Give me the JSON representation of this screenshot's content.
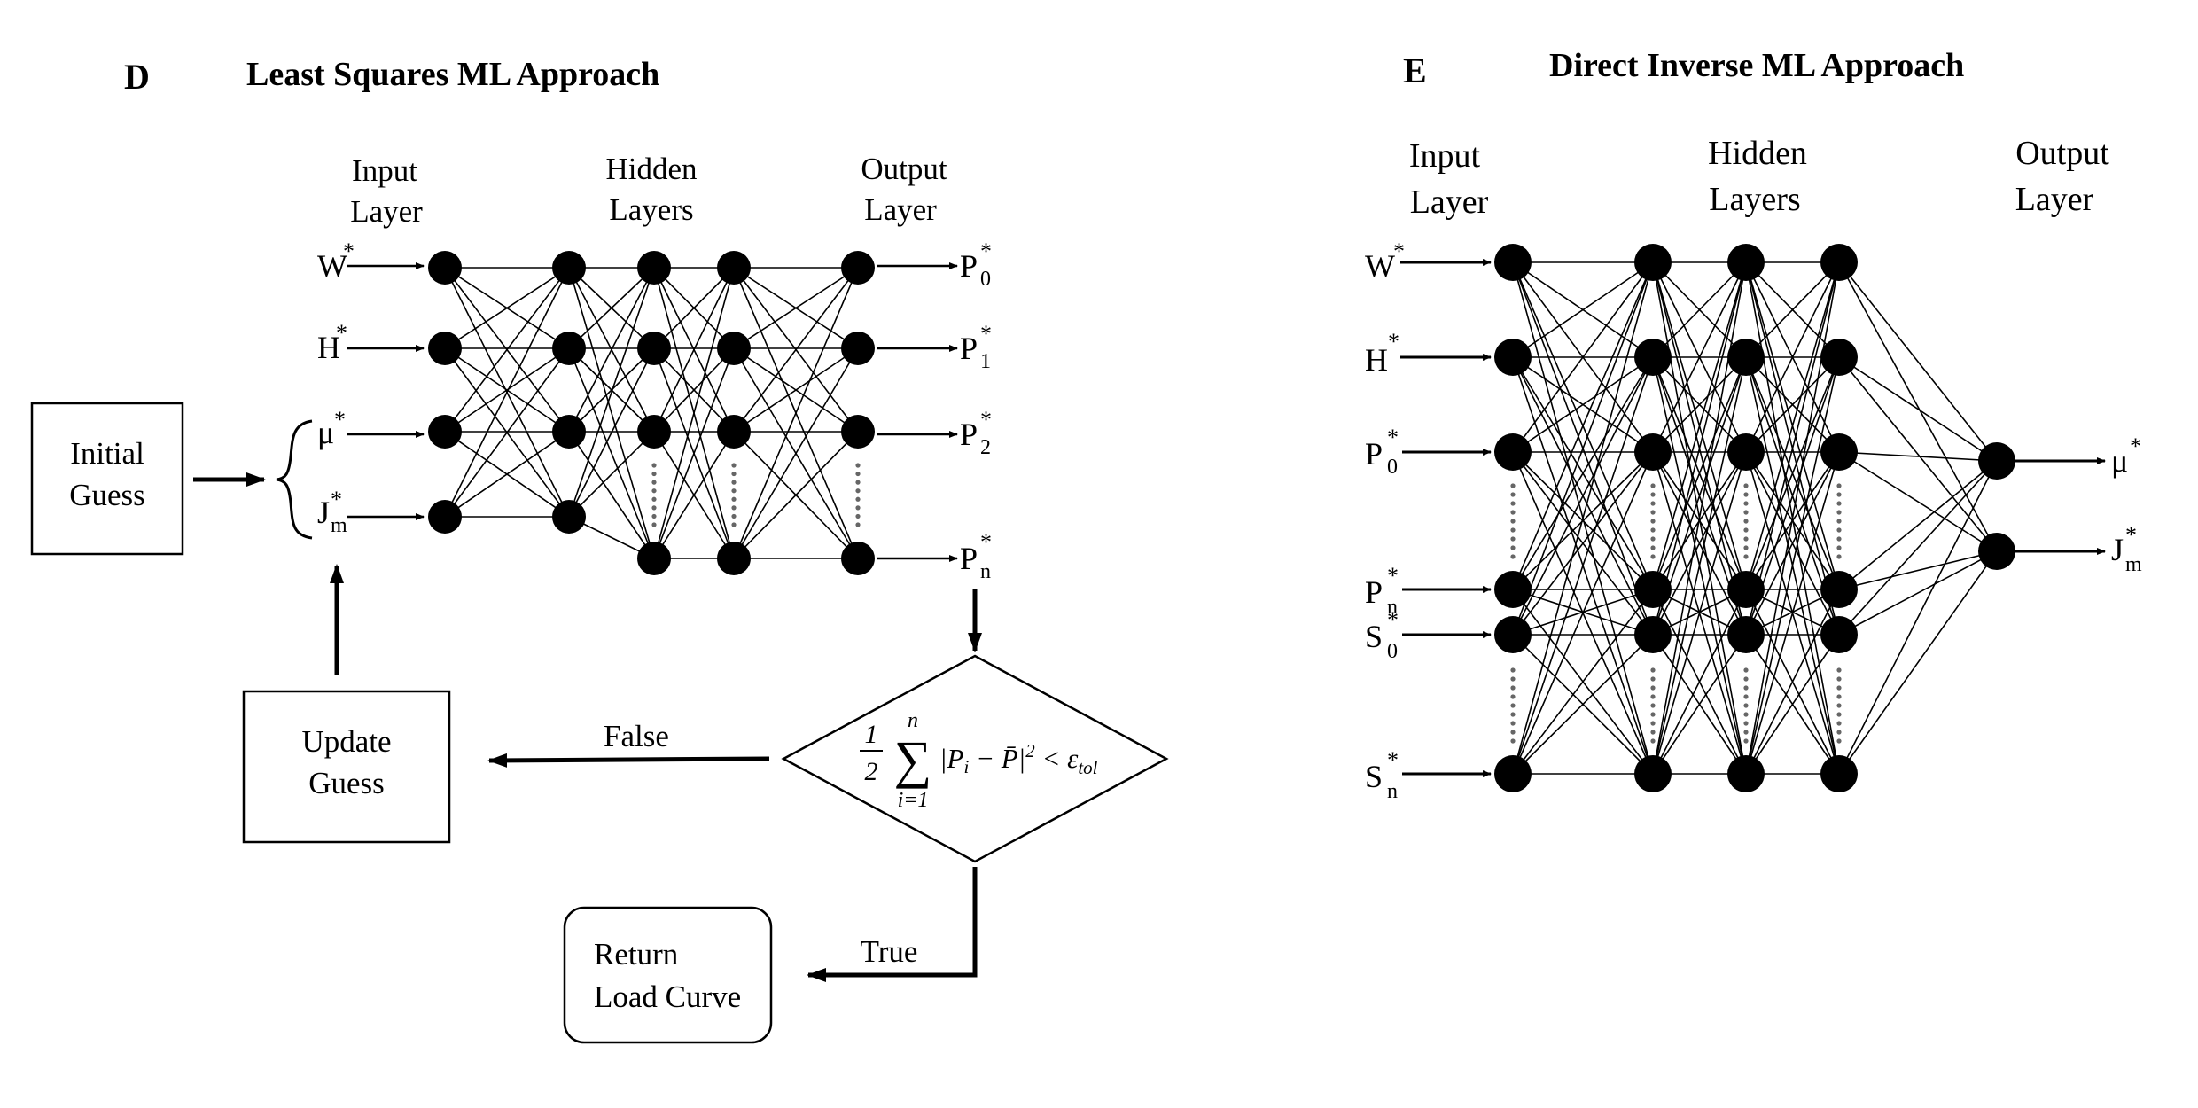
{
  "panel_d": {
    "letter": "D",
    "title": "Least Squares ML Approach",
    "input_layer": [
      "Input",
      "Layer"
    ],
    "hidden_layers": [
      "Hidden",
      "Layers"
    ],
    "output_layer": [
      "Output",
      "Layer"
    ],
    "inputs": [
      {
        "base": "W",
        "sub": "",
        "sup": "*"
      },
      {
        "base": "H",
        "sub": "",
        "sup": "*"
      },
      {
        "base": "μ",
        "sub": "",
        "sup": "*"
      },
      {
        "base": "J",
        "sub": "m",
        "sup": "*"
      }
    ],
    "outputs": [
      {
        "base": "P",
        "sub": "0",
        "sup": "*"
      },
      {
        "base": "P",
        "sub": "1",
        "sup": "*"
      },
      {
        "base": "P",
        "sub": "2",
        "sup": "*"
      },
      {
        "base": "P",
        "sub": "n",
        "sup": "*"
      }
    ],
    "initial_guess": [
      "Initial",
      "Guess"
    ],
    "update_guess": [
      "Update",
      "Guess"
    ],
    "return_load_curve": [
      "Return",
      "Load Curve"
    ],
    "false_label": "False",
    "true_label": "True",
    "condition": {
      "frac_num": "1",
      "frac_den": "2",
      "sum_upper": "n",
      "sum_lower": "i=1",
      "expr": "|P",
      "expr_sub": "i",
      "expr2": " − P̄|",
      "expr_sup": "2",
      "expr3": " < ε",
      "expr3_sub": "tol"
    }
  },
  "panel_e": {
    "letter": "E",
    "title": "Direct Inverse ML Approach",
    "input_layer": [
      "Input",
      "Layer"
    ],
    "hidden_layers": [
      "Hidden",
      "Layers"
    ],
    "output_layer": [
      "Output",
      "Layer"
    ],
    "inputs": [
      {
        "base": "W",
        "sub": "",
        "sup": "*"
      },
      {
        "base": "H",
        "sub": "",
        "sup": "*"
      },
      {
        "base": "P",
        "sub": "0",
        "sup": "*"
      },
      {
        "base": "P",
        "sub": "n",
        "sup": "*"
      },
      {
        "base": "S",
        "sub": "0",
        "sup": "*"
      },
      {
        "base": "S",
        "sub": "n",
        "sup": "*"
      }
    ],
    "outputs": [
      {
        "base": "μ",
        "sub": "",
        "sup": "*"
      },
      {
        "base": "J",
        "sub": "m",
        "sup": "*"
      }
    ]
  }
}
